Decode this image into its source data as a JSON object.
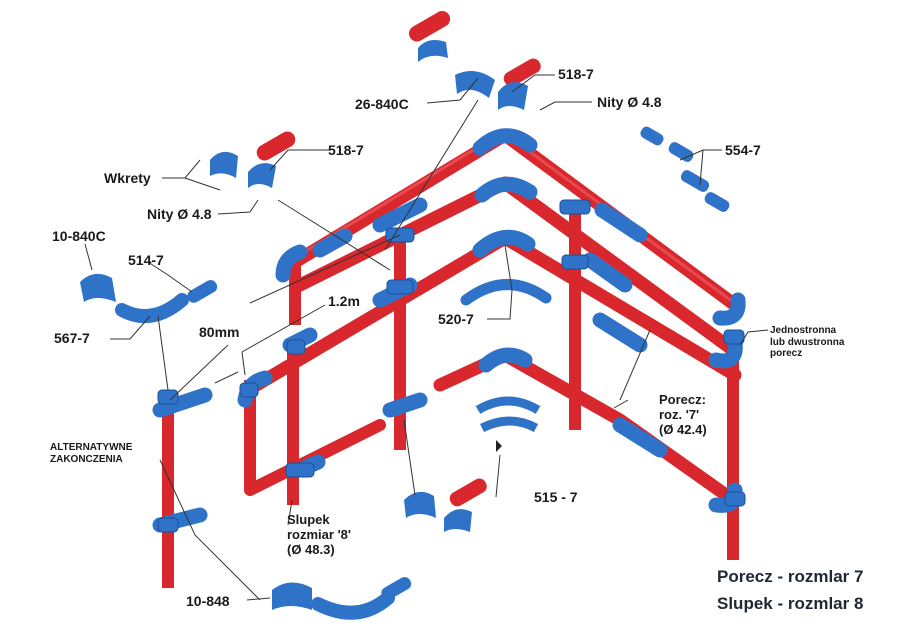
{
  "colors": {
    "post": "#d8272d",
    "post_dark": "#a81b20",
    "fitting": "#2f73c9",
    "fitting_dark": "#1b4f96",
    "leader": "#333333",
    "text": "#1a1a1a"
  },
  "labels": {
    "l_26_840c": "26-840C",
    "l_518_top": "518-7",
    "l_nity_top": "Nity Ø 4.8",
    "l_518_mid": "518-7",
    "l_554": "554-7",
    "l_wkrety": "Wkrety",
    "l_nity_left": "Nity Ø 4.8",
    "l_10_840c": "10-840C",
    "l_514": "514-7",
    "l_567": "567-7",
    "l_1_2m": "1.2m",
    "l_520": "520-7",
    "l_80mm": "80mm",
    "l_515": "515 - 7",
    "l_10_848": "10-848"
  },
  "stacks": {
    "jednostronna": [
      "Jednostronna",
      "lub dwustronna",
      "porecz"
    ],
    "porecz_roz": [
      "Porecz:",
      "roz. '7'",
      "(Ø 42.4)"
    ],
    "alternatywne": [
      "ALTERNATYWNE",
      "ZAKONCZENIA"
    ],
    "slupek_roz": [
      "Slupek",
      "rozmiar '8'",
      "(Ø 48.3)"
    ]
  },
  "footer": {
    "porecz_size": "Porecz - rozmlar 7",
    "slupek_size": "Slupek - rozmlar 8"
  }
}
